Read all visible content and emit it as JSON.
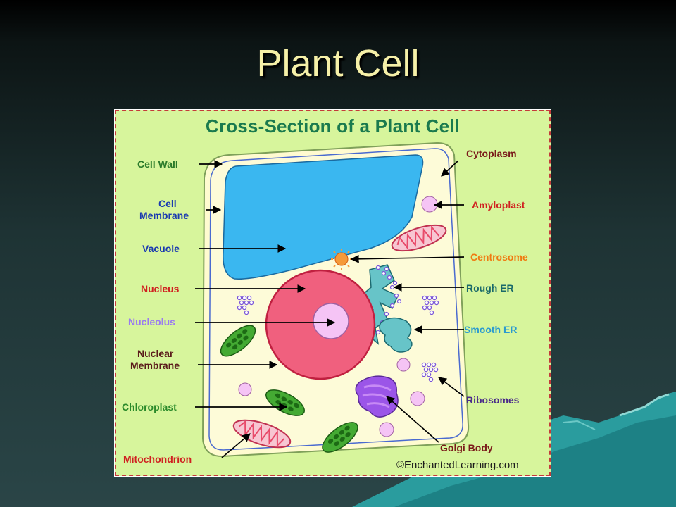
{
  "slide": {
    "title": "Plant Cell"
  },
  "diagram": {
    "title": "Cross-Section of a Plant Cell",
    "credit": "©EnchantedLearning.com",
    "labels": {
      "cell_wall": "Cell Wall",
      "cell_membrane_1": "Cell",
      "cell_membrane_2": "Membrane",
      "vacuole": "Vacuole",
      "nucleus": "Nucleus",
      "nucleolus": "Nucleolus",
      "nuclear_membrane_1": "Nuclear",
      "nuclear_membrane_2": "Membrane",
      "chloroplast": "Chloroplast",
      "mitochondrion": "Mitochondrion",
      "cytoplasm": "Cytoplasm",
      "amyloplast": "Amyloplast",
      "centrosome": "Centrosome",
      "rough_er": "Rough ER",
      "smooth_er": "Smooth ER",
      "ribosomes": "Ribosomes",
      "golgi_body": "Golgi Body"
    },
    "colors": {
      "panel_bg": "#d7f59c",
      "title": "#1a7a4e",
      "cell_wall": "#fffbd0",
      "vacuole": "#3ab7f0",
      "nucleus": "#f0607e",
      "nucleolus": "#f5c4f5",
      "chloroplast": "#44aa33",
      "mitochondrion": "#e84a6a",
      "golgi": "#9b55e8",
      "er": "#67c4c8"
    }
  }
}
